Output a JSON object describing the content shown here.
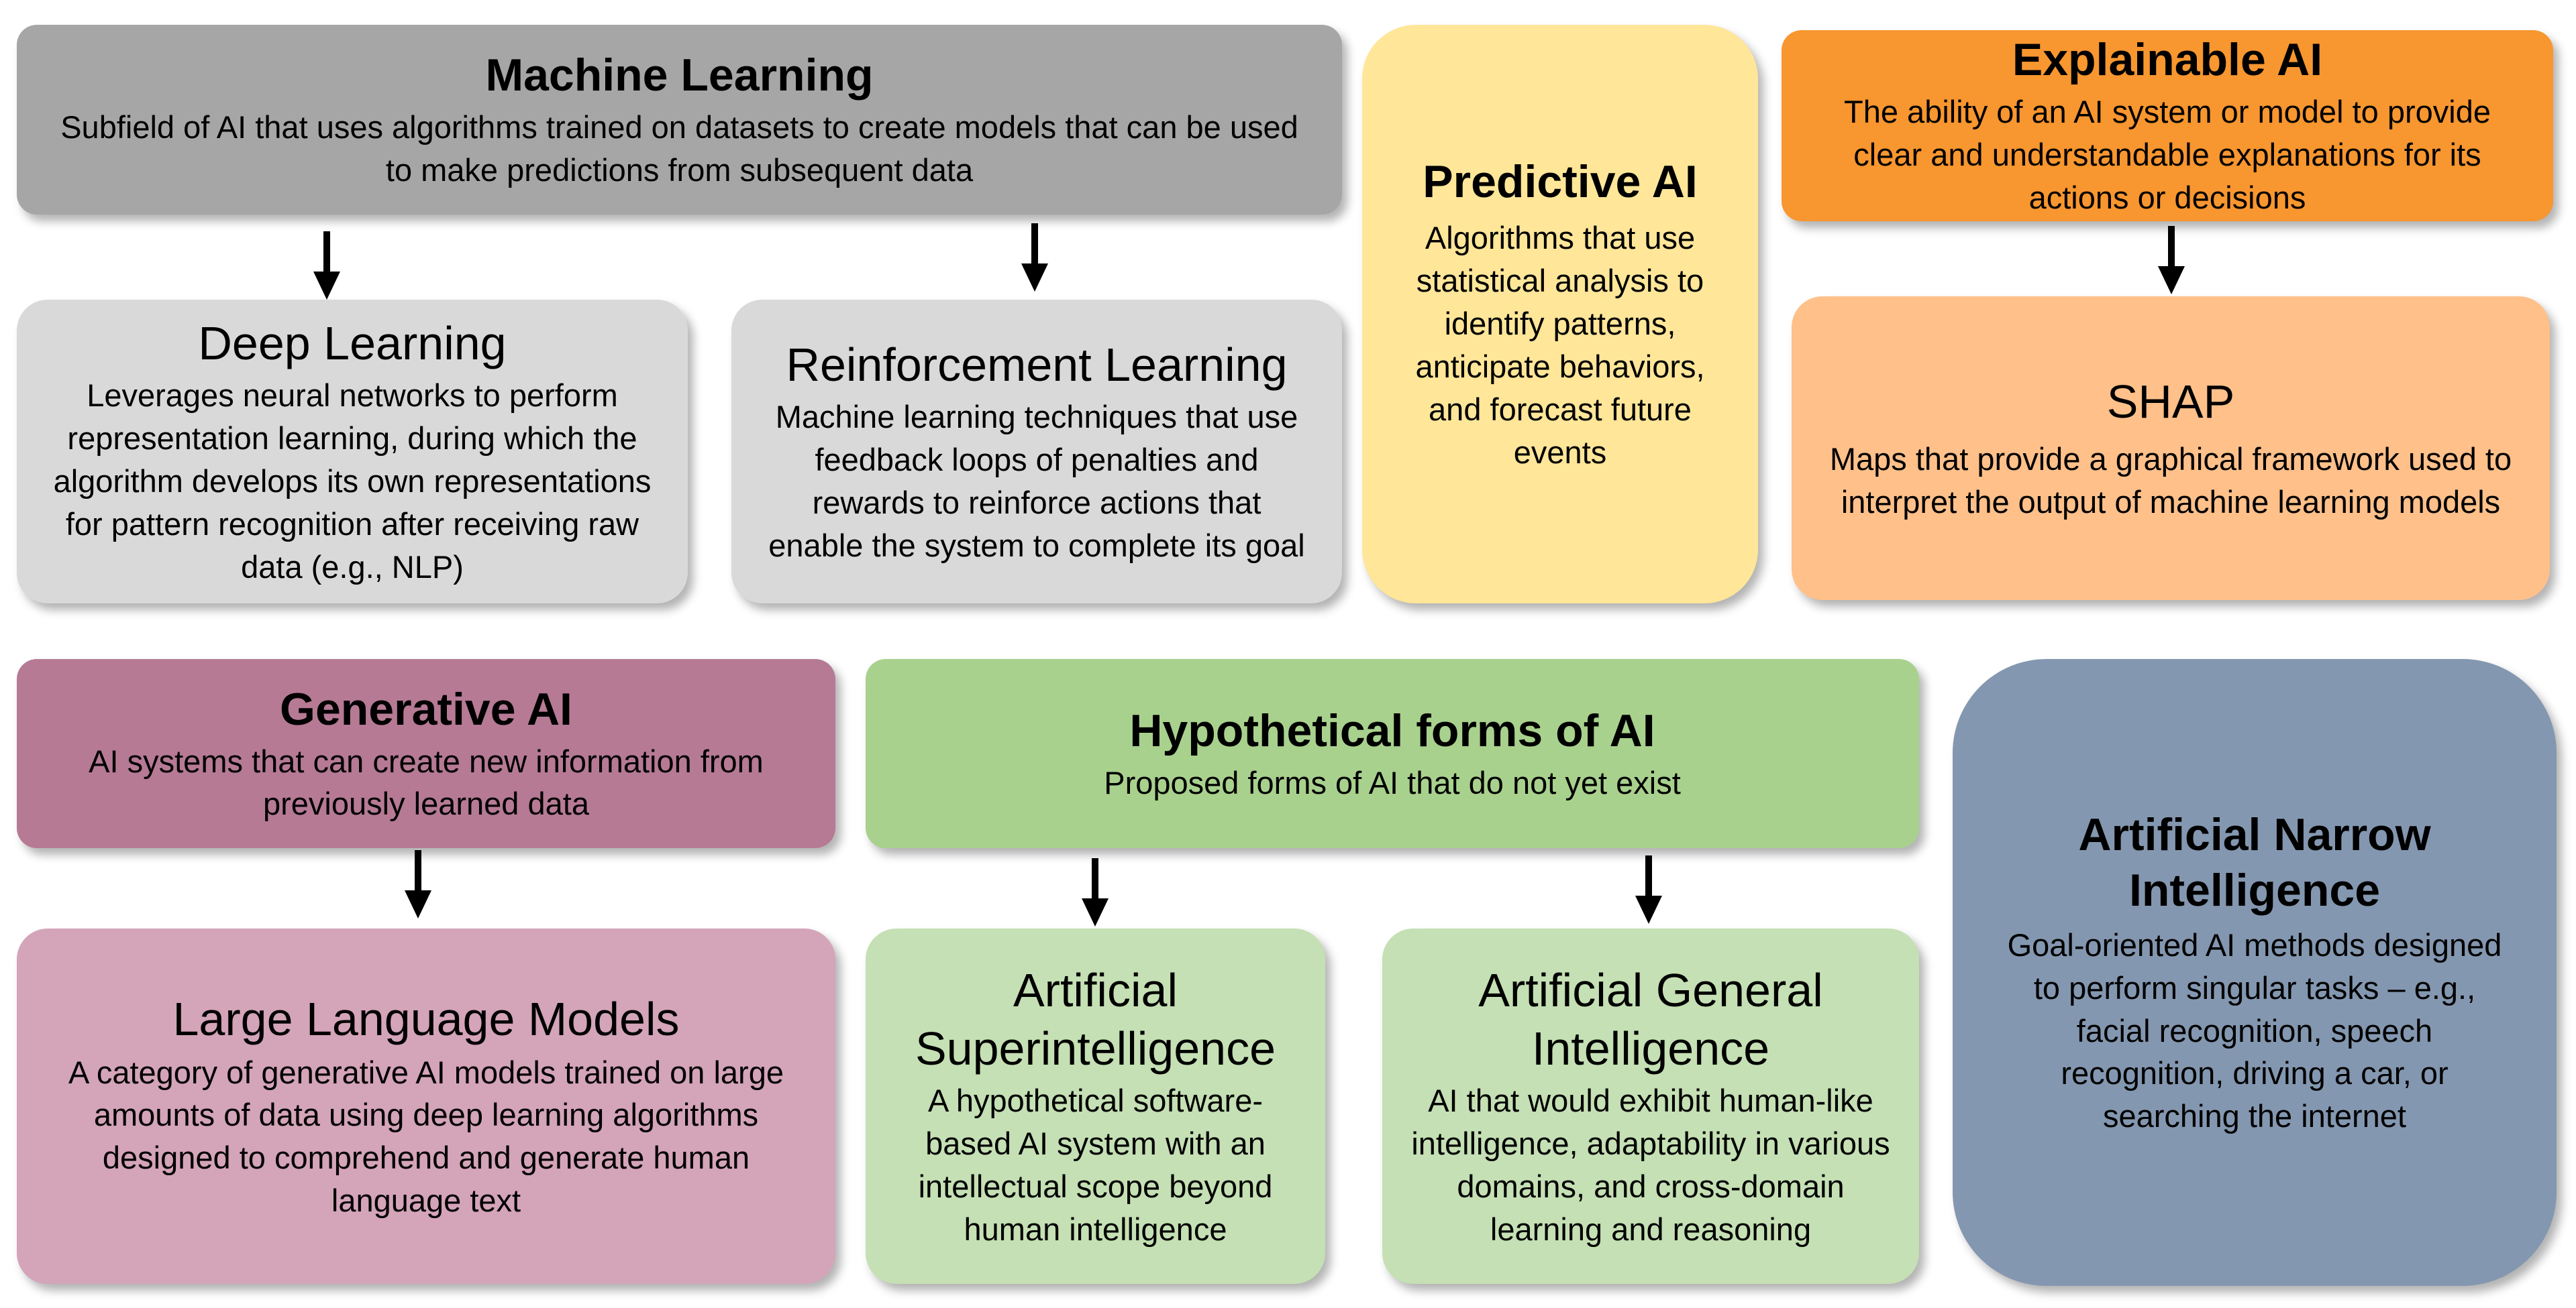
{
  "colors": {
    "ml_header": "#a6a6a6",
    "ml_child": "#d9d9d9",
    "predictive": "#ffe699",
    "xai_header": "#f8962f",
    "xai_child": "#ffc08a",
    "genai_header": "#b67a95",
    "genai_child": "#d4a4b8",
    "hypo_header": "#a9d18e",
    "hypo_child": "#c5e0b4",
    "ani": "#8497b0"
  },
  "ml": {
    "title": "Machine Learning",
    "desc": "Subfield of AI that uses algorithms trained on datasets to create models that can be used to make predictions from subsequent data",
    "deep": {
      "title": "Deep Learning",
      "desc": "Leverages neural networks to perform representation learning, during which the algorithm develops its own representations for pattern recognition after receiving raw data (e.g., NLP)"
    },
    "reinforcement": {
      "title": "Reinforcement Learning",
      "desc": "Machine learning techniques that use feedback loops of penalties and rewards to reinforce actions that enable the system to complete its goal"
    }
  },
  "predictive": {
    "title": "Predictive AI",
    "desc": "Algorithms that use statistical analysis to identify patterns, anticipate behaviors, and forecast future events"
  },
  "xai": {
    "title": "Explainable AI",
    "desc": "The ability of an AI system or model to provide clear and understandable explanations for its actions or decisions",
    "shap": {
      "title": "SHAP",
      "desc": "Maps that provide a graphical framework used to interpret the output of machine learning models"
    }
  },
  "genai": {
    "title": "Generative AI",
    "desc": "AI systems that can create new information from previously learned data",
    "llm": {
      "title": "Large Language Models",
      "desc": "A category of generative AI models trained on large amounts of data using deep learning algorithms designed to comprehend and generate human language text"
    }
  },
  "hypo": {
    "title": "Hypothetical forms of AI",
    "desc": "Proposed forms of AI that do not yet exist",
    "asi": {
      "title": "Artificial Superintelligence",
      "desc": "A hypothetical software-based AI system with an intellectual scope beyond human intelligence"
    },
    "agi": {
      "title": "Artificial General Intelligence",
      "desc": "AI that would exhibit human-like intelligence, adaptability in various domains, and cross-domain learning and reasoning"
    }
  },
  "ani": {
    "title": "Artificial Narrow Intelligence",
    "desc": "Goal-oriented AI methods designed to perform singular tasks – e.g., facial recognition, speech recognition, driving a car, or searching the internet"
  }
}
